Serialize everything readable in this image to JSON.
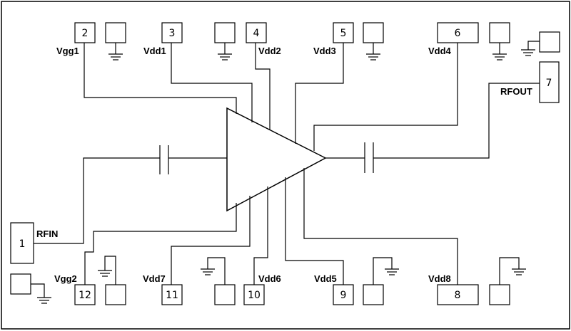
{
  "pads": {
    "p1": "1",
    "p2": "2",
    "p3": "3",
    "p4": "4",
    "p5": "5",
    "p6": "6",
    "p7": "7",
    "p8": "8",
    "p9": "9",
    "p10": "10",
    "p11": "11",
    "p12": "12"
  },
  "labels": {
    "vgg1": "Vgg1",
    "vdd1": "Vdd1",
    "vdd2": "Vdd2",
    "vdd3": "Vdd3",
    "vdd4": "Vdd4",
    "rfout": "RFOUT",
    "rfin": "RFIN",
    "vgg2": "Vgg2",
    "vdd7": "Vdd7",
    "vdd6": "Vdd6",
    "vdd5": "Vdd5",
    "vdd8": "Vdd8"
  }
}
